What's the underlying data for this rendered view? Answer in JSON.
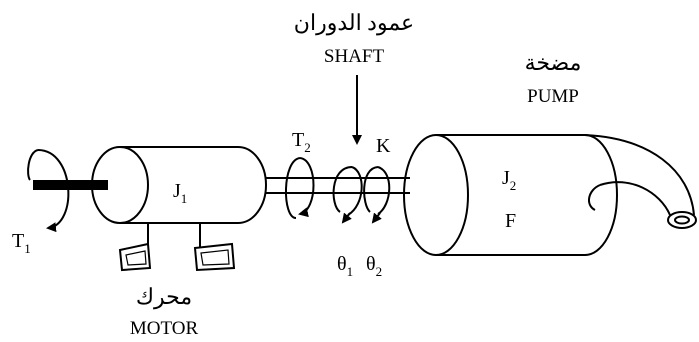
{
  "shaft": {
    "label_ar": "عمود الدوران",
    "label_en": "SHAFT"
  },
  "pump": {
    "label_ar": "مضخة",
    "label_en": "PUMP"
  },
  "motor": {
    "label_ar": "محرك",
    "label_en": "MOTOR"
  },
  "symbols": {
    "t1": "T",
    "t1_sub": "1",
    "t2": "T",
    "t2_sub": "2",
    "j1": "J",
    "j1_sub": "1",
    "j2": "J",
    "j2_sub": "2",
    "k": "K",
    "f": "F",
    "theta1": "θ",
    "theta1_sub": "1",
    "theta2": "θ",
    "theta2_sub": "2"
  },
  "colors": {
    "ink": "#000000",
    "background": "#ffffff"
  }
}
